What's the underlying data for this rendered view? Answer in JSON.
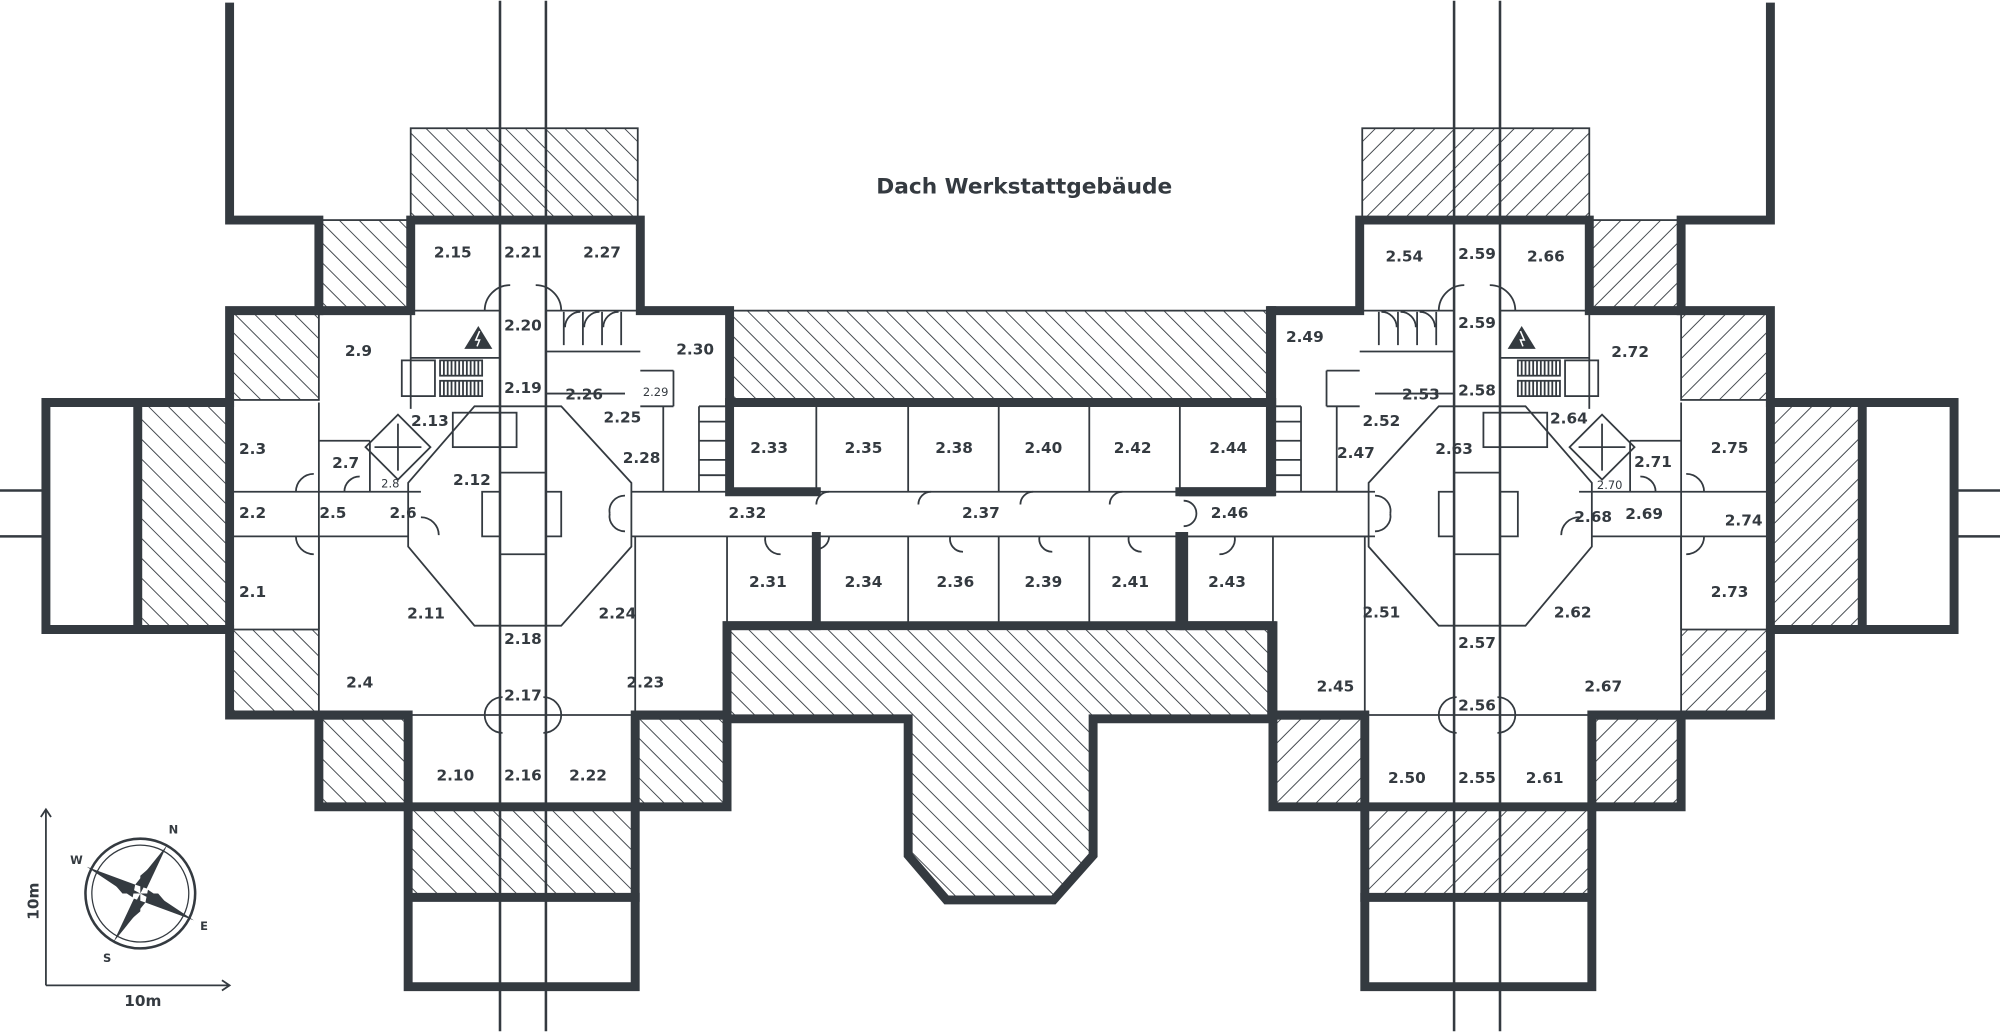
{
  "title": "Dach Werkstattgebäude",
  "colors": {
    "wall": "#343a40",
    "background": "#ffffff"
  },
  "rooms": [
    "2.15",
    "2.21",
    "2.27",
    "2.20",
    "2.9",
    "2.30",
    "2.19",
    "2.26",
    "2.29",
    "2.13",
    "2.25",
    "2.7",
    "2.12",
    "2.28",
    "2.3",
    "2.8",
    "2.2",
    "2.5",
    "2.6",
    "2.32",
    "2.1",
    "2.11",
    "2.18",
    "2.24",
    "2.17",
    "2.4",
    "2.23",
    "2.10",
    "2.16",
    "2.22",
    "2.31",
    "2.33",
    "2.35",
    "2.38",
    "2.40",
    "2.42",
    "2.44",
    "2.37",
    "2.46",
    "2.34",
    "2.36",
    "2.39",
    "2.41",
    "2.43",
    "2.54",
    "2.59",
    "2.66",
    "2.49",
    "2.59",
    "2.72",
    "2.53",
    "2.58",
    "2.52",
    "2.64",
    "2.47",
    "2.63",
    "2.75",
    "2.71",
    "2.70",
    "2.68",
    "2.69",
    "2.74",
    "2.73",
    "2.51",
    "2.57",
    "2.62",
    "2.45",
    "2.56",
    "2.67",
    "2.50",
    "2.55",
    "2.61"
  ],
  "icons": {
    "electrical_hazard": "warning-lightning-icon",
    "elevator": "elevator-icon",
    "compass": "compass-rose-icon"
  },
  "compass": {
    "n": "N",
    "e": "E",
    "s": "S",
    "w": "W"
  },
  "scale": {
    "vertical": "10m",
    "horizontal": "10m"
  }
}
